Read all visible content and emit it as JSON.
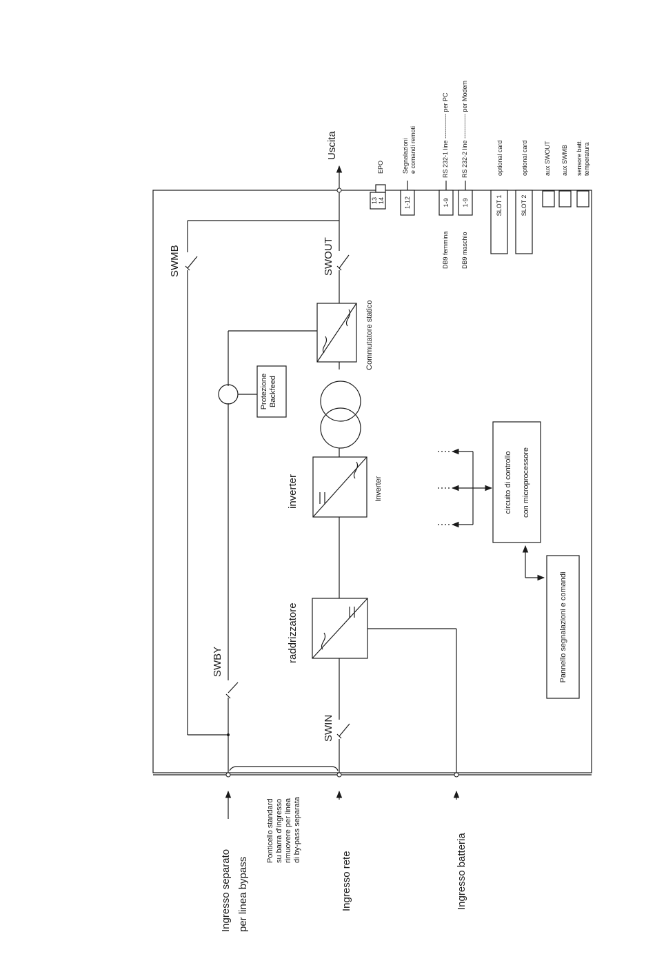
{
  "diagram": {
    "output": "Uscita",
    "inputs": {
      "bypass_line1": "Ingresso separato",
      "bypass_line2": "per linea bypass",
      "mains": "Ingresso rete",
      "battery": "Ingresso batteria"
    },
    "jumper_note": {
      "line1": "Ponticello standard",
      "line2": "su barra d'ingresso",
      "line3": "rimuovere per linea",
      "line4": "di by-pass separata"
    },
    "switches": {
      "swmb": "SWMB",
      "swby": "SWBY",
      "swin": "SWIN",
      "swout": "SWOUT"
    },
    "blocks": {
      "rectifier": "raddrizzatore",
      "inverter": "inverter",
      "inverter_small": "Inverter",
      "static_switch": "Commutatore statico",
      "backfeed_line1": "Protezione",
      "backfeed_line2": "Backfeed",
      "control_line1": "circuito di controllo",
      "control_line2": "con microprocessore",
      "panel": "Pannello segnalazioni e comandi"
    },
    "connectors": {
      "epo_label": "EPO",
      "epo_pin1": "13",
      "epo_pin2": "14",
      "signals_line1": "Segnalazioni",
      "signals_line2": "e comandi remoti",
      "signals_pins": "1-12",
      "rs232_1": "RS 232-1 line ------------ per PC",
      "rs232_1_pins": "1-9",
      "db9_female": "DB9 femmina",
      "rs232_2": "RS 232-2 line ------------ per Modem",
      "rs232_2_pins": "1-9",
      "db9_male": "DB9 maschio",
      "optional_card_1": "optional card",
      "slot_1": "SLOT 1",
      "optional_card_2": "optional card",
      "slot_2": "SLOT 2",
      "aux_swout": "aux SWOUT",
      "aux_swmb": "aux SWMB",
      "temp_line1": "sensore batt.",
      "temp_line2": "temperatura"
    }
  }
}
